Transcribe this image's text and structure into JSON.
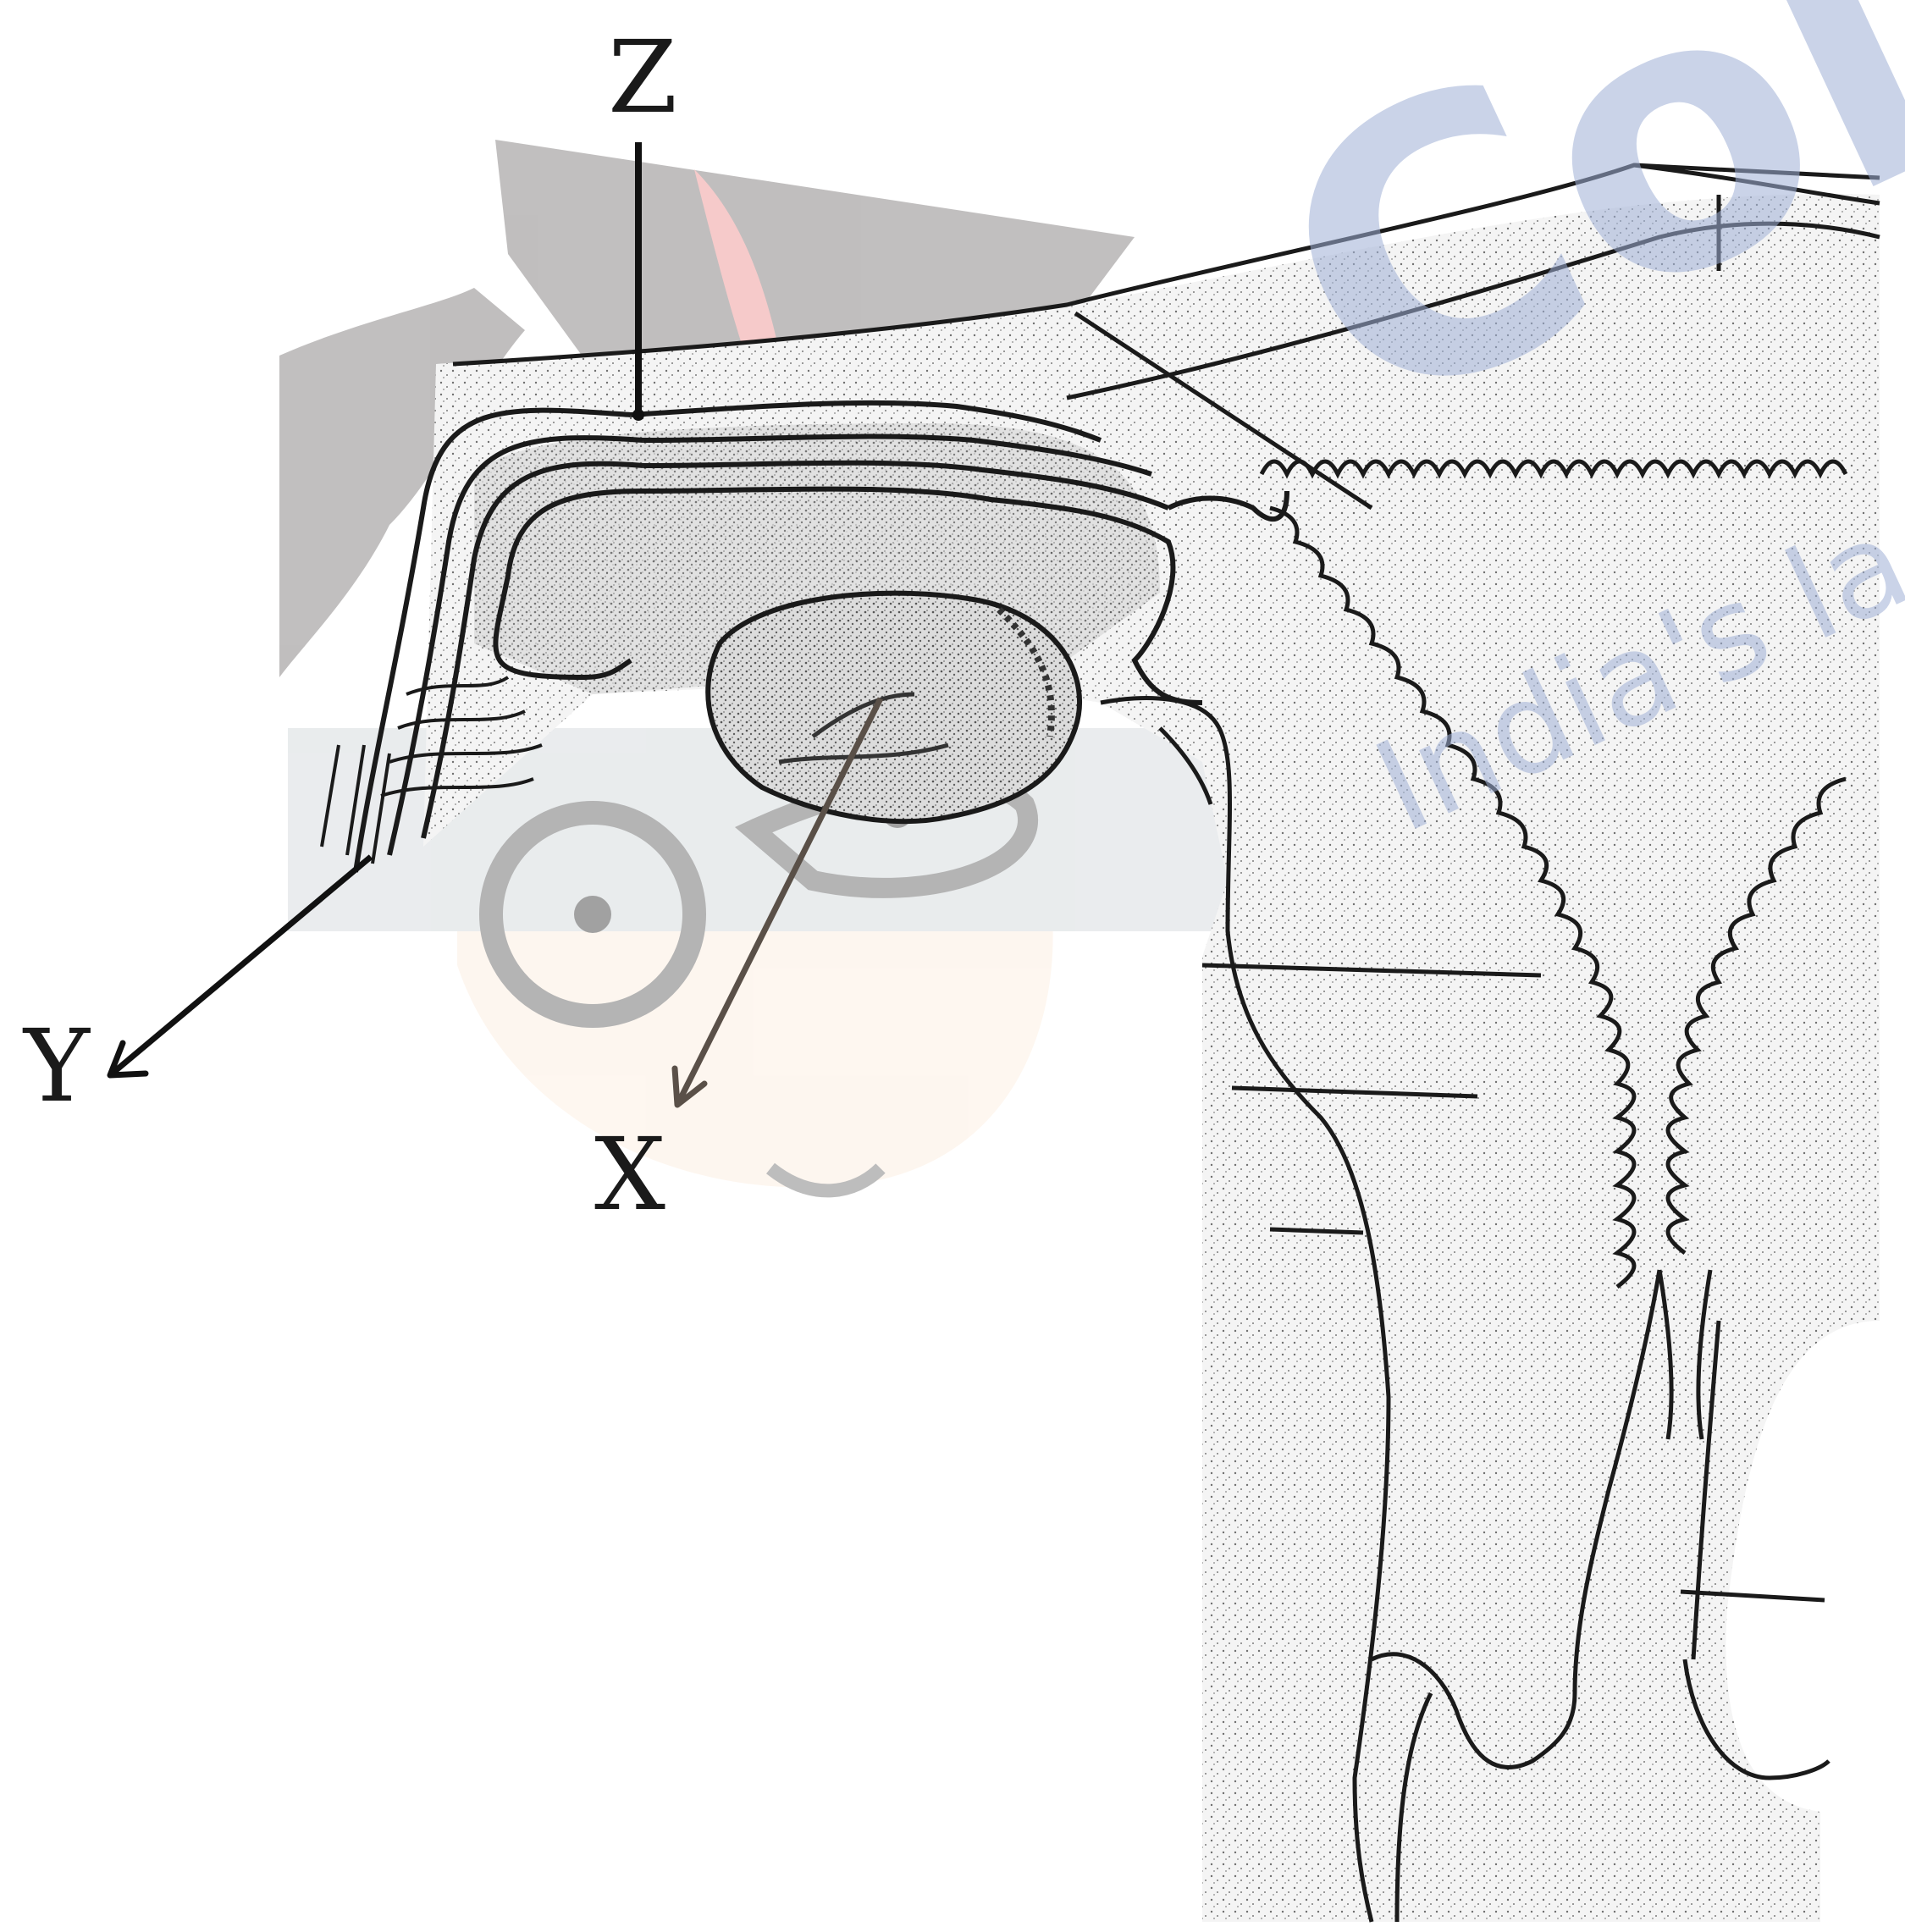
{
  "labels": {
    "z": "Z",
    "y": "Y",
    "x": "X"
  },
  "watermark": {
    "brand": "Coll",
    "tagline": "India's la"
  },
  "colors": {
    "ink": "#1a1a1a",
    "stipple": "#8a8a8a",
    "watermark_blue": "#9fb0d6",
    "mascot_hair": "#8e8a8a",
    "mascot_skin": "#fdf0e3",
    "mascot_accent": "#f0a0a0",
    "x_arrow": "#5a5048"
  }
}
